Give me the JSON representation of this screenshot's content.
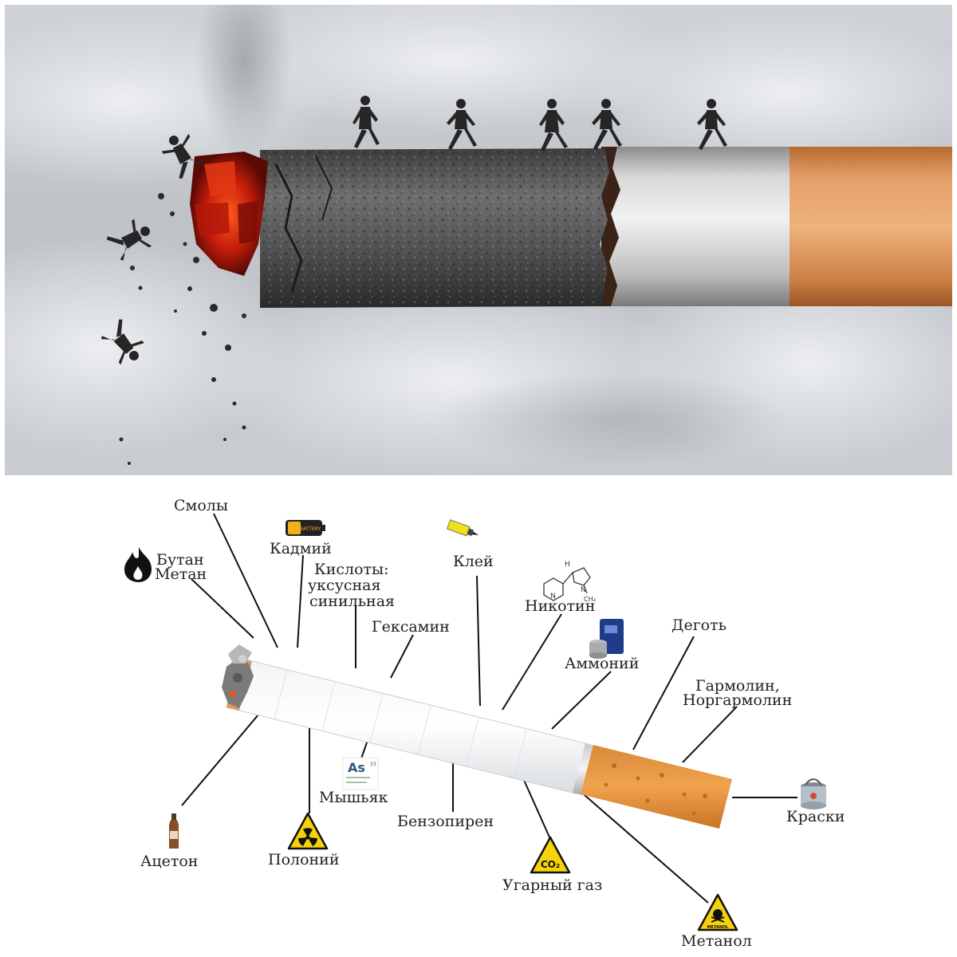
{
  "photo": {
    "scene": "burning-cigarette-with-people-running-and-falling"
  },
  "diagram": {
    "labels": {
      "resins": "Смолы",
      "cadmium": "Кадмий",
      "butane": "Бутан",
      "methane": "Метан",
      "acids_title": "Кислоты:",
      "acids_acetic": "уксусная",
      "acids_hydrocyanic": "синильная",
      "glue": "Клей",
      "nicotine": "Никотин",
      "hexamine": "Гексамин",
      "ammonium": "Аммоний",
      "tar": "Деготь",
      "harmaline": "Гармолин,",
      "norharmaline": "Норгармолин",
      "arsenic": "Мышьяк",
      "benzopyrene": "Бензопирен",
      "paints": "Краски",
      "acetone": "Ацетон",
      "polonium": "Полоний",
      "carbon_monoxide": "Угарный газ",
      "methanol": "Метанол"
    },
    "icon_texts": {
      "battery": "BATTERY",
      "arsenic_symbol": "As",
      "arsenic_number": "33",
      "co2": "CO₂",
      "methanol_sign": "METANOL",
      "nicotine_h": "H",
      "nicotine_n": "N",
      "nicotine_ch3": "CH₃"
    },
    "colors": {
      "label_text": "#222222",
      "leader_line": "#111111",
      "filter": "#e58a2e",
      "warning_yellow": "#f5d20a"
    }
  }
}
